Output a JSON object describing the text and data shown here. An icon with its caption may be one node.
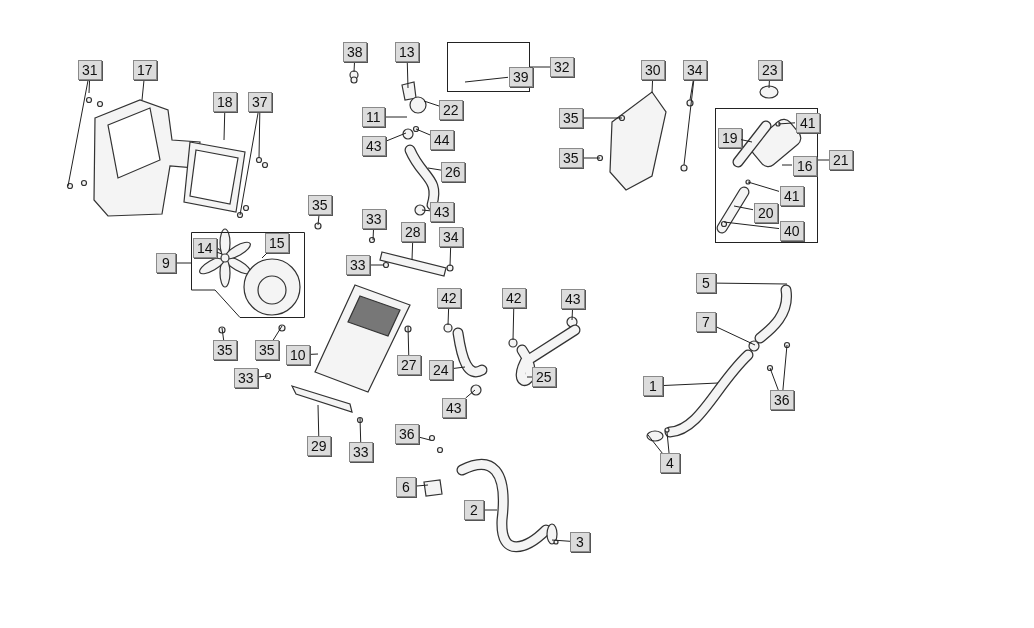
{
  "diagram": {
    "nodes": [
      {
        "text": [
          "31"
        ]
      },
      {
        "text": [
          "17"
        ]
      },
      {
        "text": [
          "38"
        ]
      },
      {
        "text": [
          "13"
        ]
      },
      {
        "text": [],
        "shape": "box"
      },
      {
        "text": [
          "39"
        ],
        "in": 4
      },
      {
        "text": [
          "32"
        ]
      },
      {
        "text": [
          "30"
        ]
      },
      {
        "text": [
          "34"
        ]
      },
      {
        "text": [
          "23"
        ]
      },
      {
        "text": [
          "18"
        ]
      },
      {
        "text": [
          "37"
        ]
      },
      {
        "text": [
          "22"
        ]
      },
      {
        "text": [
          "11"
        ]
      },
      {
        "text": [
          "44"
        ]
      },
      {
        "text": [
          "35"
        ]
      },
      {
        "text": [
          "43"
        ]
      },
      {
        "text": [
          "26"
        ]
      },
      {
        "text": [],
        "shape": "box"
      },
      {
        "text": [
          "41"
        ],
        "in": 18
      },
      {
        "text": [
          "19"
        ],
        "in": 18
      },
      {
        "text": [
          "16"
        ],
        "in": 18
      },
      {
        "text": [
          "41"
        ],
        "in": 18
      },
      {
        "text": [
          "20"
        ],
        "in": 18
      },
      {
        "text": [
          "40"
        ],
        "in": 18
      },
      {
        "text": [
          "21"
        ]
      },
      {
        "text": [
          "35"
        ]
      },
      {
        "text": [
          "43"
        ]
      },
      {
        "text": [
          "35"
        ]
      },
      {
        "text": [
          "33"
        ]
      },
      {
        "text": [
          "28"
        ]
      },
      {
        "text": [
          "34"
        ]
      },
      {
        "text": [],
        "shape": "box"
      },
      {
        "text": [
          "14"
        ],
        "in": 32
      },
      {
        "text": [
          "15"
        ],
        "in": 32
      },
      {
        "text": [
          "9"
        ]
      },
      {
        "text": [
          "33"
        ]
      },
      {
        "text": [
          "5"
        ]
      },
      {
        "text": [
          "42"
        ]
      },
      {
        "text": [
          "42"
        ]
      },
      {
        "text": [
          "43"
        ]
      },
      {
        "text": [
          "7"
        ]
      },
      {
        "text": [
          "35"
        ]
      },
      {
        "text": [
          "35"
        ]
      },
      {
        "text": [
          "10"
        ]
      },
      {
        "text": [
          "27"
        ]
      },
      {
        "text": [
          "24"
        ]
      },
      {
        "text": [
          "25"
        ]
      },
      {
        "text": [
          "33"
        ]
      },
      {
        "text": [
          "1"
        ]
      },
      {
        "text": [
          "36"
        ]
      },
      {
        "text": [
          "43"
        ]
      },
      {
        "text": [
          "36"
        ]
      },
      {
        "text": [
          "29"
        ]
      },
      {
        "text": [
          "33"
        ]
      },
      {
        "text": [
          "4"
        ]
      },
      {
        "text": [
          "6"
        ]
      },
      {
        "text": [
          "2"
        ]
      },
      {
        "text": [
          "3"
        ]
      }
    ],
    "edges": [
      {
        "from": 0,
        "to": null,
        "arrow": "none"
      },
      {
        "from": 0,
        "to": null,
        "arrow": "none"
      },
      {
        "from": 1,
        "to": null,
        "arrow": "none"
      },
      {
        "from": 2,
        "to": null,
        "arrow": "none"
      },
      {
        "from": 3,
        "to": null,
        "arrow": "none"
      },
      {
        "from": 5,
        "to": null,
        "arrow": "none"
      },
      {
        "from": 6,
        "to": 4,
        "arrow": "none"
      },
      {
        "from": 7,
        "to": null,
        "arrow": "none"
      },
      {
        "from": 8,
        "to": null,
        "arrow": "none"
      },
      {
        "from": 8,
        "to": null,
        "arrow": "none"
      },
      {
        "from": 9,
        "to": null,
        "arrow": "none"
      },
      {
        "from": 10,
        "to": null,
        "arrow": "none"
      },
      {
        "from": 11,
        "to": null,
        "arrow": "none"
      },
      {
        "from": 11,
        "to": null,
        "arrow": "none"
      },
      {
        "from": 12,
        "to": null,
        "arrow": "none"
      },
      {
        "from": 13,
        "to": null,
        "arrow": "none"
      },
      {
        "from": 14,
        "to": null,
        "arrow": "none"
      },
      {
        "from": 15,
        "to": null,
        "arrow": "none"
      },
      {
        "from": 16,
        "to": null,
        "arrow": "none"
      },
      {
        "from": 17,
        "to": null,
        "arrow": "none"
      },
      {
        "from": 19,
        "to": null,
        "arrow": "none"
      },
      {
        "from": 20,
        "to": null,
        "arrow": "none"
      },
      {
        "from": 21,
        "to": null,
        "arrow": "none"
      },
      {
        "from": 22,
        "to": null,
        "arrow": "none"
      },
      {
        "from": 23,
        "to": null,
        "arrow": "none"
      },
      {
        "from": 24,
        "to": null,
        "arrow": "none"
      },
      {
        "from": 25,
        "to": 18,
        "arrow": "none"
      },
      {
        "from": 26,
        "to": null,
        "arrow": "none"
      },
      {
        "from": 27,
        "to": null,
        "arrow": "none"
      },
      {
        "from": 28,
        "to": null,
        "arrow": "none"
      },
      {
        "from": 29,
        "to": null,
        "arrow": "none"
      },
      {
        "from": 30,
        "to": null,
        "arrow": "none"
      },
      {
        "from": 31,
        "to": null,
        "arrow": "none"
      },
      {
        "from": 33,
        "to": null,
        "arrow": "none"
      },
      {
        "from": 34,
        "to": null,
        "arrow": "none"
      },
      {
        "from": 35,
        "to": 32,
        "arrow": "none"
      },
      {
        "from": 36,
        "to": null,
        "arrow": "none"
      },
      {
        "from": 37,
        "to": null,
        "arrow": "none"
      },
      {
        "from": 38,
        "to": null,
        "arrow": "none"
      },
      {
        "from": 39,
        "to": null,
        "arrow": "none"
      },
      {
        "from": 40,
        "to": null,
        "arrow": "none"
      },
      {
        "from": 41,
        "to": null,
        "arrow": "none"
      },
      {
        "from": 42,
        "to": null,
        "arrow": "none"
      },
      {
        "from": 43,
        "to": null,
        "arrow": "none"
      },
      {
        "from": 44,
        "to": null,
        "arrow": "none"
      },
      {
        "from": 45,
        "to": null,
        "arrow": "none"
      },
      {
        "from": 46,
        "to": null,
        "arrow": "none"
      },
      {
        "from": 47,
        "to": null,
        "arrow": "none"
      },
      {
        "from": 48,
        "to": null,
        "arrow": "none"
      },
      {
        "from": 49,
        "to": null,
        "arrow": "none"
      },
      {
        "from": 50,
        "to": null,
        "arrow": "none"
      },
      {
        "from": 50,
        "to": null,
        "arrow": "none"
      },
      {
        "from": 51,
        "to": null,
        "arrow": "none"
      },
      {
        "from": 52,
        "to": null,
        "arrow": "none"
      },
      {
        "from": 53,
        "to": null,
        "arrow": "none"
      },
      {
        "from": 54,
        "to": null,
        "arrow": "none"
      },
      {
        "from": 55,
        "to": null,
        "arrow": "none"
      },
      {
        "from": 55,
        "to": null,
        "arrow": "none"
      },
      {
        "from": 56,
        "to": null,
        "arrow": "none"
      },
      {
        "from": 57,
        "to": null,
        "arrow": "none"
      },
      {
        "from": 58,
        "to": null,
        "arrow": "none"
      }
    ]
  }
}
